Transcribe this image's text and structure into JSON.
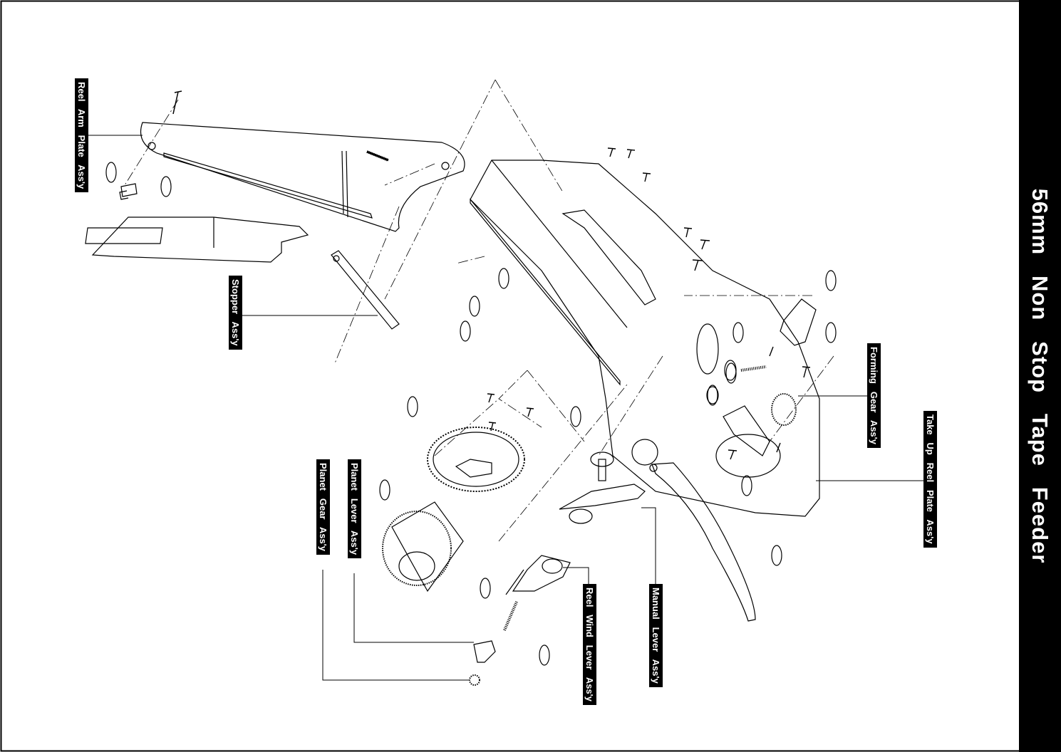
{
  "title": "56mm   Non   Stop   Tape   Feeder",
  "labels": {
    "reel_arm_plate": "Reel   Arm   Plate   Ass'y",
    "stopper": "Stopper   Ass'y",
    "forming_gear": "Forming   Gear   Ass'y",
    "take_up_reel_plate": "Take   Up   Reel   Plate   Ass'y",
    "planet_lever": "Planet   Lever   Ass'y",
    "planet_gear": "Planet   Gear   Ass'y",
    "manual_lever": "Manual   Lever   Ass'y",
    "reel_wind_lever": "Reel   Wind   Lever   Ass'y"
  }
}
